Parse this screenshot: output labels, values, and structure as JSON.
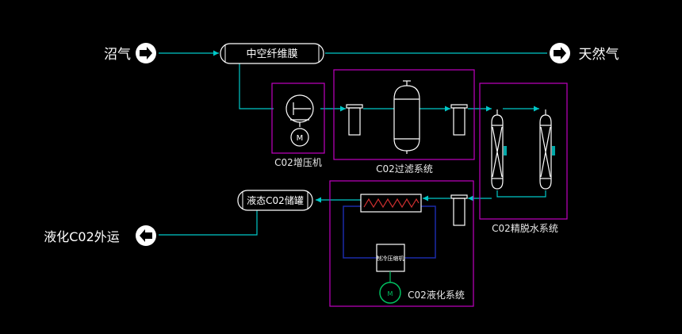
{
  "inputs": {
    "biogas": "沼气",
    "natural_gas": "天然气",
    "liquid_out": "液化C02外运"
  },
  "equipment": {
    "membrane": "中空纤维膜",
    "tank": "液态C02储罐",
    "refrigeration_unit": "制冷压缩机",
    "motor": "M"
  },
  "systems": {
    "compressor": "C02增压机",
    "filter": "C02过滤系统",
    "dehydration": "C02精脱水系统",
    "liquefaction": "C02液化系统"
  },
  "colors": {
    "background": "#000000",
    "pipe": "#00c8c8",
    "system_box": "#c000c0",
    "equipment": "#ffffff",
    "refrigerant_loop": "#1a2aa8",
    "motor": "#00c060",
    "accent": "#00a8a8"
  }
}
